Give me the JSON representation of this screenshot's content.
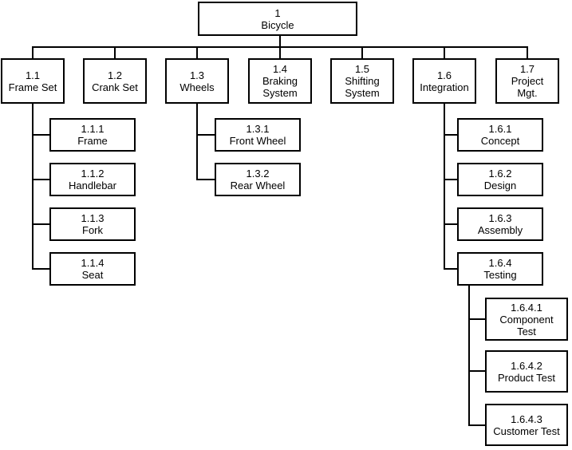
{
  "diagram": {
    "type": "work_breakdown_structure",
    "colors": {
      "background": "#ffffff",
      "box_fill": "#ffffff",
      "box_border": "#000000",
      "line": "#000000",
      "text": "#000000"
    },
    "nodes": {
      "root": {
        "code": "1",
        "name": "Bicycle"
      },
      "n1_1": {
        "code": "1.1",
        "name": "Frame Set"
      },
      "n1_2": {
        "code": "1.2",
        "name": "Crank Set"
      },
      "n1_3": {
        "code": "1.3",
        "name": "Wheels"
      },
      "n1_4": {
        "code": "1.4",
        "name": "Braking System"
      },
      "n1_5": {
        "code": "1.5",
        "name": "Shifting System"
      },
      "n1_6": {
        "code": "1.6",
        "name": "Integration"
      },
      "n1_7": {
        "code": "1.7",
        "name": "Project Mgt."
      },
      "n1_1_1": {
        "code": "1.1.1",
        "name": "Frame"
      },
      "n1_1_2": {
        "code": "1.1.2",
        "name": "Handlebar"
      },
      "n1_1_3": {
        "code": "1.1.3",
        "name": "Fork"
      },
      "n1_1_4": {
        "code": "1.1.4",
        "name": "Seat"
      },
      "n1_3_1": {
        "code": "1.3.1",
        "name": "Front Wheel"
      },
      "n1_3_2": {
        "code": "1.3.2",
        "name": "Rear Wheel"
      },
      "n1_6_1": {
        "code": "1.6.1",
        "name": "Concept"
      },
      "n1_6_2": {
        "code": "1.6.2",
        "name": "Design"
      },
      "n1_6_3": {
        "code": "1.6.3",
        "name": "Assembly"
      },
      "n1_6_4": {
        "code": "1.6.4",
        "name": "Testing"
      },
      "n1_6_4_1": {
        "code": "1.6.4.1",
        "name": "Component Test"
      },
      "n1_6_4_2": {
        "code": "1.6.4.2",
        "name": "Product Test"
      },
      "n1_6_4_3": {
        "code": "1.6.4.3",
        "name": "Customer Test"
      }
    },
    "hierarchy": {
      "1": [
        "1.1",
        "1.2",
        "1.3",
        "1.4",
        "1.5",
        "1.6",
        "1.7"
      ],
      "1.1": [
        "1.1.1",
        "1.1.2",
        "1.1.3",
        "1.1.4"
      ],
      "1.3": [
        "1.3.1",
        "1.3.2"
      ],
      "1.6": [
        "1.6.1",
        "1.6.2",
        "1.6.3",
        "1.6.4"
      ],
      "1.6.4": [
        "1.6.4.1",
        "1.6.4.2",
        "1.6.4.3"
      ]
    }
  }
}
